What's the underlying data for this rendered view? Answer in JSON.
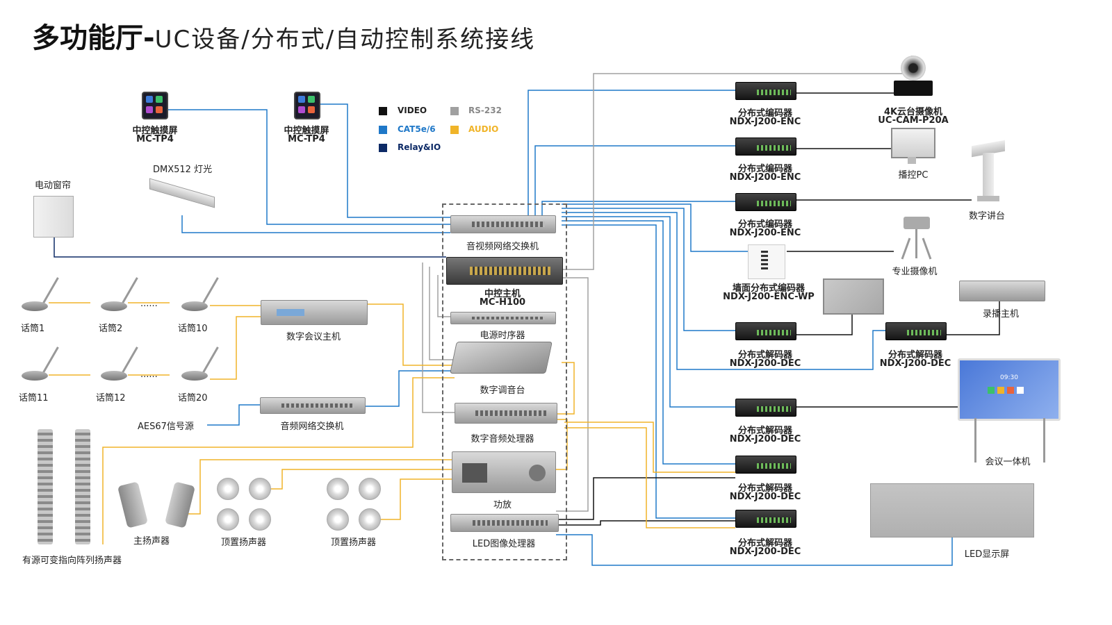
{
  "title": {
    "main": "多功能厅",
    "sep": "-",
    "sub": "UC设备/分布式/自动控制系统接线"
  },
  "colors": {
    "video": "#111111",
    "cat": "#1f78c8",
    "relay": "#0d2a66",
    "rs232": "#a0a0a0",
    "audio": "#f0b429"
  },
  "legend": [
    {
      "label": "VIDEO",
      "color": "#111111"
    },
    {
      "label": "RS-232",
      "color": "#a0a0a0"
    },
    {
      "label": "CAT5e/6",
      "color": "#1f78c8"
    },
    {
      "label": "AUDIO",
      "color": "#f0b429"
    },
    {
      "label": "Relay&IO",
      "color": "#0d2a66"
    }
  ],
  "devices": {
    "touch1": {
      "name": "中控触摸屏",
      "model": "MC-TP4"
    },
    "touch2": {
      "name": "中控触摸屏",
      "model": "MC-TP4"
    },
    "dmx": {
      "name": "DMX512 灯光"
    },
    "curtain": {
      "name": "电动窗帘"
    },
    "av_switch": {
      "name": "音视频网络交换机"
    },
    "control_host": {
      "name": "中控主机",
      "model": "MC-H100"
    },
    "power_seq": {
      "name": "电源时序器"
    },
    "mixer": {
      "name": "数字调音台"
    },
    "dsp": {
      "name": "数字音频处理器"
    },
    "amp": {
      "name": "功放"
    },
    "led_proc": {
      "name": "LED图像处理器"
    },
    "conf_host": {
      "name": "数字会议主机"
    },
    "audio_switch": {
      "name": "音频网络交换机"
    },
    "aes67": {
      "name": "AES67信号源"
    },
    "mics": [
      "话筒1",
      "话筒2",
      "话筒10",
      "话筒11",
      "话筒12",
      "话筒20"
    ],
    "dots": "......",
    "array_spk": {
      "name": "有源可变指向阵列扬声器"
    },
    "main_spk": {
      "name": "主扬声器"
    },
    "ceiling1": {
      "name": "顶置扬声器"
    },
    "ceiling2": {
      "name": "顶置扬声器"
    },
    "enc1": {
      "name": "分布式编码器",
      "model": "NDX-J200-ENC"
    },
    "enc2": {
      "name": "分布式编码器",
      "model": "NDX-J200-ENC"
    },
    "enc3": {
      "name": "分布式编码器",
      "model": "NDX-J200-ENC"
    },
    "enc_wp": {
      "name": "墙面分布式编码器",
      "model": "NDX-J200-ENC-WP"
    },
    "dec1": {
      "name": "分布式解码器",
      "model": "NDX-J200-DEC"
    },
    "dec2": {
      "name": "分布式解码器",
      "model": "NDX-J200-DEC"
    },
    "dec3": {
      "name": "分布式解码器",
      "model": "NDX-J200-DEC"
    },
    "dec4": {
      "name": "分布式解码器",
      "model": "NDX-J200-DEC"
    },
    "dec5": {
      "name": "分布式解码器",
      "model": "NDX-J200-DEC"
    },
    "camera4k": {
      "name": "4K云台摄像机",
      "model": "UC-CAM-P20A"
    },
    "pc": {
      "name": "播控PC"
    },
    "podium": {
      "name": "数字讲台"
    },
    "pro_cam": {
      "name": "专业摄像机"
    },
    "recorder": {
      "name": "录播主机"
    },
    "conf_panel": {
      "name": "会议一体机",
      "clock": "09:30"
    },
    "led_screen": {
      "name": "LED显示屏"
    }
  }
}
